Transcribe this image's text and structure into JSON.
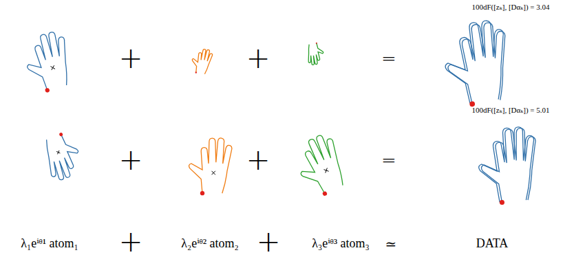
{
  "diagram": {
    "labels": [
      "100dF([zₖ], [Dαₖ]) = 3.04",
      "+",
      "+",
      "=",
      "100dF([zₖ], [Dαₖ]) = 5.01",
      "+",
      "+",
      "=",
      "λ₁eⁱᶿ¹ atom₁",
      "+",
      "λ₂eⁱᶿ² atom₂",
      "+",
      "λ₃eⁱᶿ³ atom₃",
      "≃",
      "DATA"
    ]
  }
}
